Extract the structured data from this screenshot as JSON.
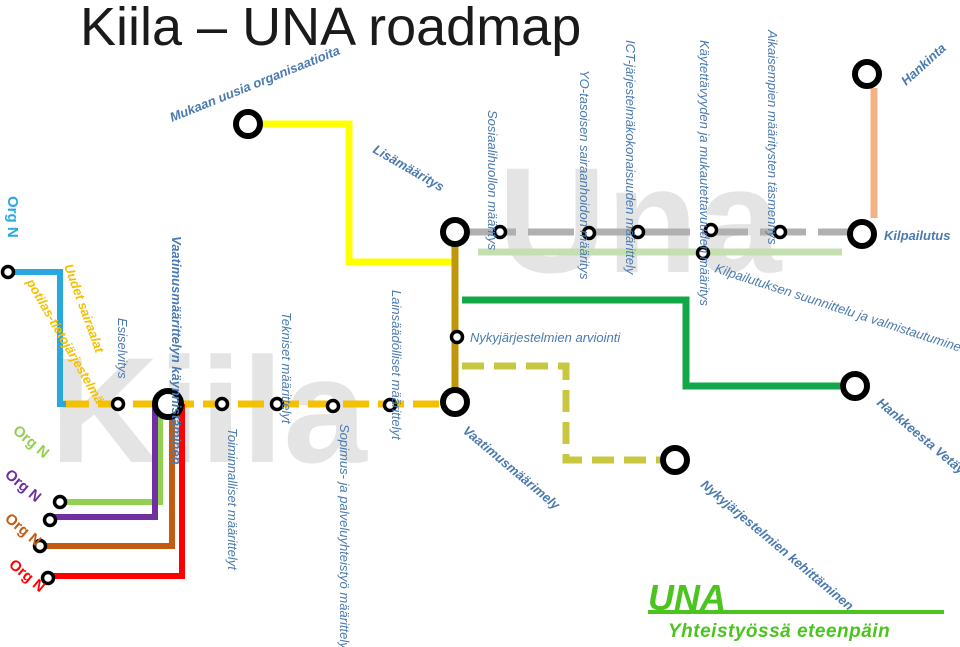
{
  "title": "Kiila – UNA roadmap",
  "watermark": {
    "left": "Kiila",
    "right": "Una"
  },
  "logo": {
    "name": "UNA",
    "tagline": "Yhteistyössä eteenpäin"
  },
  "colors": {
    "yellow_line": "#ffff00",
    "orange_line": "#f5c000",
    "gold_line": "#c0960a",
    "grey_line": "#b0b0b0",
    "light_green_line": "#c5e0b0",
    "green_line": "#12a84a",
    "olive_dash": "#c8c840",
    "salmon_line": "#f4b183",
    "blue_line": "#29a8e0",
    "purple_line": "#7030a0",
    "brown_line": "#c55a11",
    "red_line": "#ff0000",
    "lime_line": "#92d050",
    "label_blue": "#4a7ab0",
    "una_green": "#4cc420"
  },
  "orgs": {
    "blue": "Org N",
    "lime": "Org N",
    "purple": "Org N",
    "brown": "Org N",
    "red": "Org N"
  },
  "stations": {
    "mukaan_uusia": "Mukaan uusia organisaatioita",
    "lisamaaritys": "Lisämääritys",
    "hankinta": "Hankinta",
    "kilpailutus": "Kilpailutus",
    "hankkeesta": "Hankkeesta Vetäytyminen",
    "nykyjarjestelmien_kehittaminen": "Nykyjärjestelmien kehittäminen",
    "vaatimusmaaritely": "Vaatimusmäärітely",
    "vaatimusmaarittelyn_kaynnistaminen": "Vaatimusmäärittelyn käynnistäminen",
    "uudet_sairaalat": "Uudet sairaalat",
    "potilastietojarjestelma": "potilas-tietojärjestelmä"
  },
  "stops": {
    "esiselvitys": "Esiselvitys",
    "toiminnalliset": "Toiminnalliset määrittelyt",
    "tekniset": "Tekniset määrittelyt",
    "sopimus": "Sopimus- ja palveluyhteistyö määrittelyt",
    "lainsaadolliset": "Lainsäädölliset määrittelyt",
    "nykyjarjestelmien_arviointi": "Nykyjärjestelmien arviointi",
    "sosiaalihuollon": "Sosiaalihuollon määritys",
    "yo_tasoisen": "YO-tasoisen sairaanhoidon määritys",
    "ict": "ICT-järjestelmäkokonaisuuden määrittely",
    "kaytettavyyden": "Käytettävyyden ja mukautettavuuden määritys",
    "aikaisempien": "Aikaisempien määritysten täsmennys",
    "kilpailutuksen": "Kilpailutuksen suunnittelu ja valmistautuminen"
  }
}
